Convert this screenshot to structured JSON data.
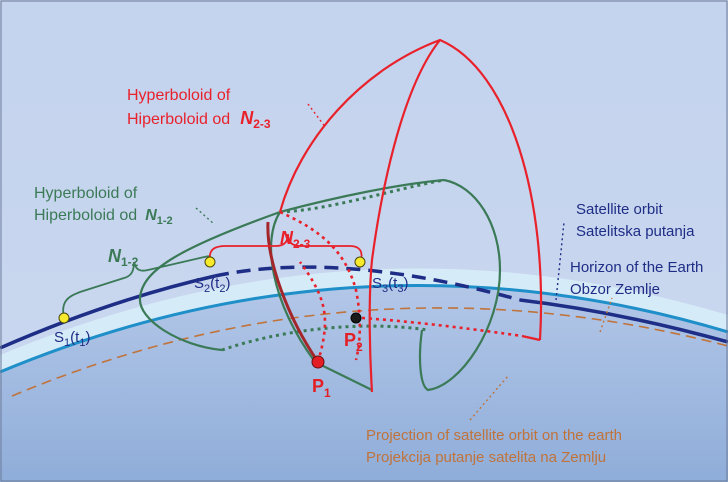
{
  "colors": {
    "sky": "#c6d4ec",
    "earth": "#9bb5dd",
    "earth_shadow": "#b3c7e7",
    "atmo_light": "#d4e9f7",
    "horizon_cyan": "#1e8fc8",
    "orbit_blue": "#1e2d86",
    "hyperboloid_red": "#e8212b",
    "hyperboloid_green": "#3b7a57",
    "projection_brown": "#c0733a",
    "satellite_yellow": "#f7ea2a",
    "point_red": "#e31e24"
  },
  "labels": {
    "hyp23_en": "Hyperboloid of",
    "hyp23_sr": "Hiperboloid od",
    "hyp23_sym": "N",
    "hyp23_sub": "2-3",
    "hyp12_en": "Hyperboloid of",
    "hyp12_sr": "Hiperboloid od",
    "hyp12_sym": "N",
    "hyp12_sub": "1-2",
    "brace12_sym": "N",
    "brace12_sub": "1-2",
    "brace23_sym": "N",
    "brace23_sub": "2-3",
    "orbit_en": "Satellite orbit",
    "orbit_sr": "Satelitska putanja",
    "horizon_en": "Horizon of the Earth",
    "horizon_sr": "Obzor Zemlje",
    "projection_en": "Projection of satellite orbit on the earth",
    "projection_sr": "Projekcija putanje satelita na Zemlju"
  },
  "satellites": [
    {
      "name": "S",
      "sub": "1",
      "time": "t",
      "time_sub": "1"
    },
    {
      "name": "S",
      "sub": "2",
      "time": "t",
      "time_sub": "2"
    },
    {
      "name": "S",
      "sub": "3",
      "time": "t",
      "time_sub": "3"
    }
  ],
  "points": [
    {
      "name": "P",
      "sub": "1"
    },
    {
      "name": "P",
      "sub": "2"
    }
  ]
}
